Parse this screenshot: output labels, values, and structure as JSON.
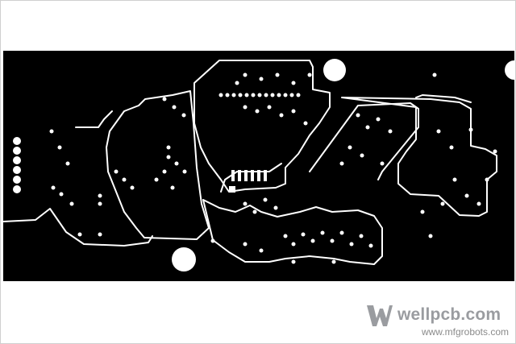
{
  "image": {
    "subject": "pcb-copper-layer",
    "background_color": "#ffffff",
    "board_color": "#000000",
    "trace_color": "#ffffff"
  },
  "watermark": {
    "brand_text": "wellpcb.com",
    "brand_icon": "wellpcb-w-logo",
    "url_text": "www.mfgrobots.com",
    "color": "#9a9ca0"
  }
}
